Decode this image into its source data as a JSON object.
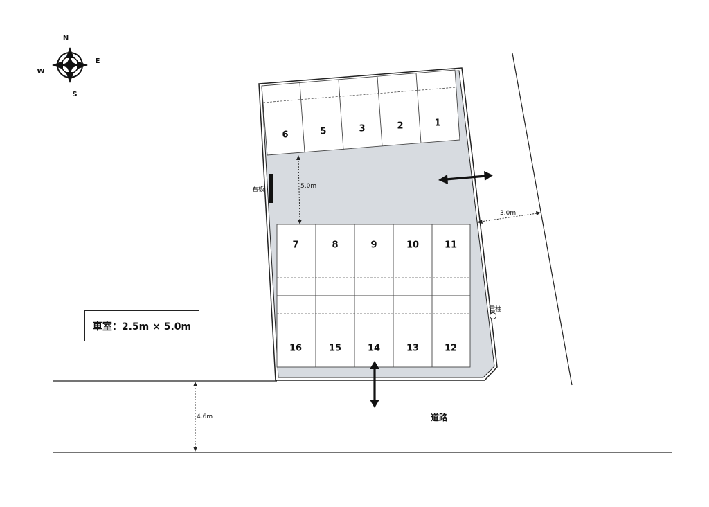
{
  "compass": {
    "n": "N",
    "e": "E",
    "s": "S",
    "w": "W"
  },
  "top_row_spaces": [
    "6",
    "5",
    "3",
    "2",
    "1"
  ],
  "middle_row_spaces": [
    "7",
    "8",
    "9",
    "10",
    "11"
  ],
  "bottom_row_spaces": [
    "16",
    "15",
    "14",
    "13",
    "12"
  ],
  "dimensions": {
    "aisle_width": "5.0m",
    "side_gap": "3.0m",
    "road_width": "4.6m"
  },
  "labels": {
    "sign": "看板",
    "utility_pole": "電柱",
    "road": "道路"
  },
  "legend": {
    "space_size": "車室：2.5m × 5.0m"
  },
  "colors": {
    "lot_fill": "#d7dbe0",
    "outline": "#222222",
    "space_fill": "#ffffff"
  }
}
